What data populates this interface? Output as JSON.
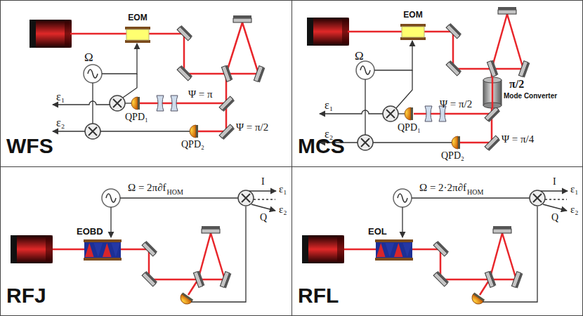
{
  "diagram": {
    "nodes": [
      {
        "text": [
          "WFS"
        ]
      },
      {
        "text": [
          "EOM"
        ],
        "in": 0
      },
      {
        "text": [
          "MCS"
        ]
      },
      {
        "text": [
          "EOM"
        ],
        "in": 2
      },
      {
        "text": [
          "π/2",
          "Mode Converter"
        ],
        "in": 2
      },
      {
        "text": [
          "RFJ"
        ]
      },
      {
        "text": [
          "EOBD"
        ],
        "in": 5
      },
      {
        "text": [
          "RFL"
        ]
      },
      {
        "text": [
          "EOL"
        ],
        "in": 7
      }
    ],
    "labels": [
      "Ω",
      "ε₁",
      "ε₂",
      "QPD₁",
      "Ψ = π",
      "QPD₂",
      "Ψ = π/2",
      "Ω",
      "ε₁",
      "ε₂",
      "QPD₁",
      "Ψ = π/2",
      "QPD₂",
      "Ψ = π/4",
      "Ω = 2π∂f",
      "HOM",
      "I",
      "ε₁",
      "Q",
      "ε₂",
      "Ω = 2·2π∂f",
      "HOM",
      "I",
      "ε₁",
      "Q",
      "ε₂"
    ]
  }
}
